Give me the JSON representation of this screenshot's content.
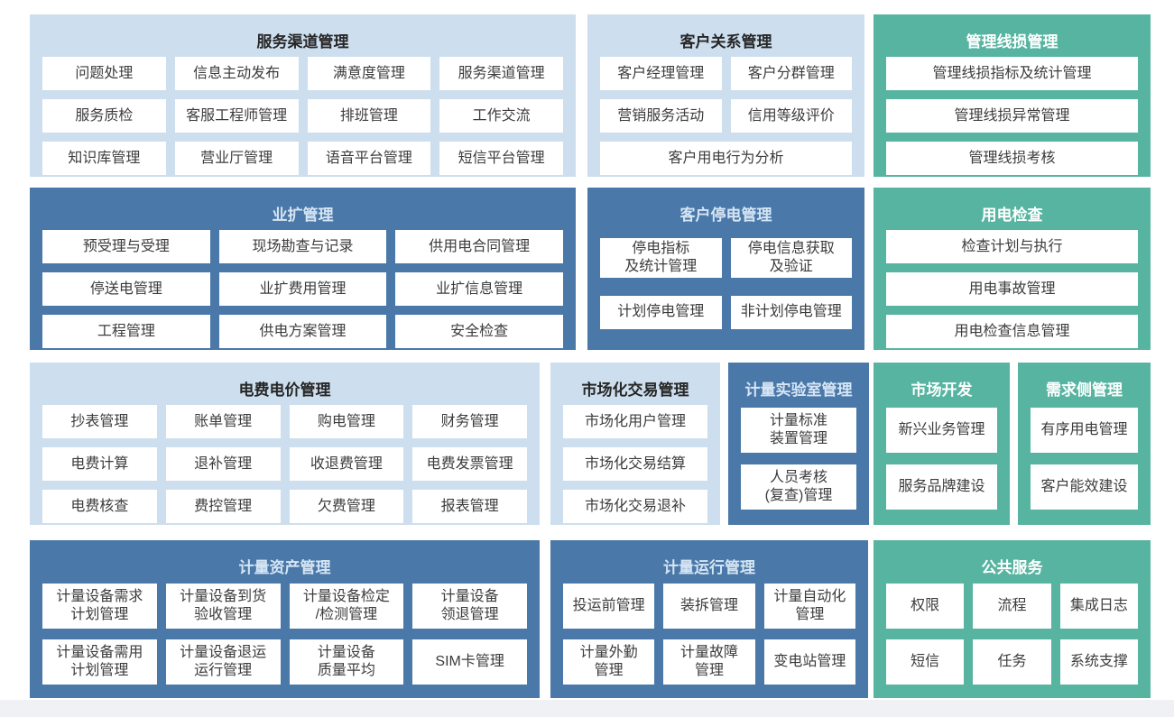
{
  "colors": {
    "light_blue_panel": "#cddeee",
    "dark_blue_panel": "#4a78a8",
    "green_panel": "#57b4a1",
    "cell_background": "#ffffff",
    "cell_text": "#3c3c3c",
    "title_on_light_blue": "#262626",
    "title_on_dark_blue": "#d5e5f4",
    "title_on_green": "#ffffff",
    "page_bottom_strip": "#eff1f4"
  },
  "panels": [
    {
      "id": "service-channel",
      "theme": "light-blue",
      "title": "服务渠道管理",
      "items": [
        "问题处理",
        "信息主动发布",
        "满意度管理",
        "服务渠道管理",
        "服务质检",
        "客服工程师管理",
        "排班管理",
        "工作交流",
        "知识库管理",
        "营业厅管理",
        "语音平台管理",
        "短信平台管理"
      ]
    },
    {
      "id": "customer-relation",
      "theme": "light-blue",
      "title": "客户关系管理",
      "items": [
        "客户经理管理",
        "客户分群管理",
        "营销服务活动",
        "信用等级评价",
        {
          "label": "客户用电行为分析",
          "span": 2
        }
      ]
    },
    {
      "id": "line-loss",
      "theme": "green",
      "title": "管理线损管理",
      "items": [
        "管理线损指标及统计管理",
        "管理线损异常管理",
        "管理线损考核"
      ]
    },
    {
      "id": "business-expansion",
      "theme": "dark-blue",
      "title": "业扩管理",
      "items": [
        "预受理与受理",
        "现场勘查与记录",
        "供用电合同管理",
        "停送电管理",
        "业扩费用管理",
        "业扩信息管理",
        "工程管理",
        "供电方案管理",
        "安全检查"
      ]
    },
    {
      "id": "customer-outage",
      "theme": "dark-blue",
      "title": "客户停电管理",
      "items": [
        "停电指标\n及统计管理",
        "停电信息获取\n及验证",
        "计划停电管理",
        "非计划停电管理"
      ]
    },
    {
      "id": "power-inspection",
      "theme": "green",
      "title": "用电检查",
      "items": [
        "检查计划与执行",
        "用电事故管理",
        "用电检查信息管理"
      ]
    },
    {
      "id": "tariff-billing",
      "theme": "light-blue",
      "title": "电费电价管理",
      "items": [
        "抄表管理",
        "账单管理",
        "购电管理",
        "财务管理",
        "电费计算",
        "退补管理",
        "收退费管理",
        "电费发票管理",
        "电费核查",
        "费控管理",
        "欠费管理",
        "报表管理"
      ]
    },
    {
      "id": "market-trading",
      "theme": "light-blue",
      "title": "市场化交易管理",
      "items": [
        "市场化用户管理",
        "市场化交易结算",
        "市场化交易退补"
      ]
    },
    {
      "id": "metering-lab",
      "theme": "dark-blue",
      "title": "计量实验室管理",
      "items": [
        "计量标准\n装置管理",
        "人员考核\n(复查)管理"
      ]
    },
    {
      "id": "market-dev",
      "theme": "green",
      "title": "市场开发",
      "items": [
        "新兴业务管理",
        "服务品牌建设"
      ]
    },
    {
      "id": "demand-side",
      "theme": "green",
      "title": "需求侧管理",
      "items": [
        "有序用电管理",
        "客户能效建设"
      ]
    },
    {
      "id": "metering-asset",
      "theme": "dark-blue",
      "title": "计量资产管理",
      "items": [
        "计量设备需求\n计划管理",
        "计量设备到货\n验收管理",
        "计量设备检定\n/检测管理",
        "计量设备\n领退管理",
        "计量设备需用\n计划管理",
        "计量设备退运\n运行管理",
        "计量设备\n质量平均",
        "SIM卡管理"
      ]
    },
    {
      "id": "metering-operation",
      "theme": "dark-blue",
      "title": "计量运行管理",
      "items": [
        "投运前管理",
        "装拆管理",
        "计量自动化\n管理",
        "计量外勤\n管理",
        "计量故障\n管理",
        "变电站管理"
      ]
    },
    {
      "id": "public-service",
      "theme": "green",
      "title": "公共服务",
      "items": [
        "权限",
        "流程",
        "集成日志",
        "短信",
        "任务",
        "系统支撑"
      ]
    }
  ]
}
